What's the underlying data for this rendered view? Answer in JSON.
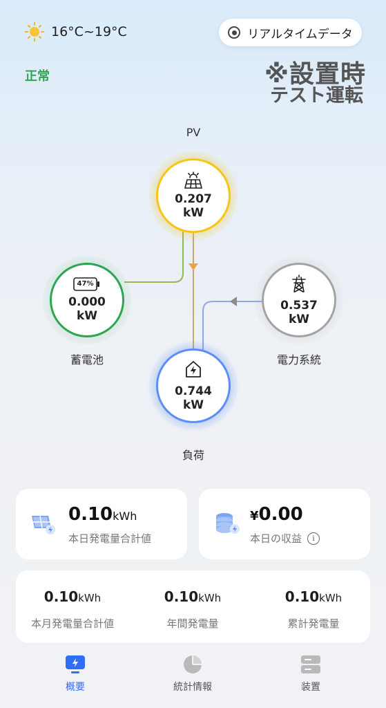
{
  "header": {
    "weather_icon": "sun-icon",
    "temperature": "16°C~19°C",
    "realtime_button": "リアルタイムデータ",
    "status": "正常",
    "stamp_line1": "※設置時",
    "stamp_line2": "テスト運転"
  },
  "flow": {
    "pv": {
      "label": "PV",
      "value": "0.207",
      "unit": "kW",
      "color": "#f5c518"
    },
    "battery": {
      "label": "蓄電池",
      "value": "0.000",
      "unit": "kW",
      "soc": "47%",
      "color": "#2fa551"
    },
    "grid": {
      "label": "電力系統",
      "value": "0.537",
      "unit": "kW",
      "color": "#9a9a9a"
    },
    "load": {
      "label": "負荷",
      "value": "0.744",
      "unit": "kW",
      "color": "#4f86f7"
    }
  },
  "today": {
    "generation_value": "0.10",
    "generation_unit": "kWh",
    "generation_label": "本日発電量合計値",
    "revenue_currency": "¥",
    "revenue_value": "0.00",
    "revenue_label": "本日の収益"
  },
  "stats": [
    {
      "value": "0.10",
      "unit": "kWh",
      "label": "本月発電量合計値"
    },
    {
      "value": "0.10",
      "unit": "kWh",
      "label": "年間発電量"
    },
    {
      "value": "0.10",
      "unit": "kWh",
      "label": "累計発電量"
    }
  ],
  "tabs": [
    {
      "label": "概要",
      "icon": "overview-icon",
      "active": true
    },
    {
      "label": "統計情報",
      "icon": "pie-chart-icon",
      "active": false
    },
    {
      "label": "装置",
      "icon": "device-icon",
      "active": false
    }
  ],
  "colors": {
    "accent": "#2f6ef5",
    "status_ok": "#2fa551",
    "inactive": "#999999"
  }
}
